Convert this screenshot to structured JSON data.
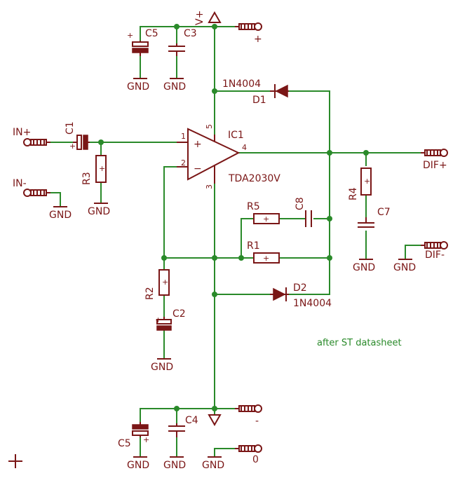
{
  "components": {
    "c1": "C1",
    "c2": "C2",
    "c3": "C3",
    "c4": "C4",
    "c5_top": "C5",
    "c5_bot": "C5",
    "c7": "C7",
    "c8": "C8",
    "r1": "R1",
    "r2": "R2",
    "r3": "R3",
    "r4": "R4",
    "r5": "R5",
    "d1": "D1",
    "d2": "D2",
    "d1_part": "1N4004",
    "d2_part": "1N4004",
    "ic1": "IC1",
    "ic1_part": "TDA2030V"
  },
  "pins": {
    "p1": "1",
    "p2": "2",
    "p3": "3",
    "p4": "4",
    "p5": "5",
    "plus": "+",
    "minus": "−"
  },
  "nets": {
    "vplus": "V+",
    "vplus_conn": "+",
    "vminus_conn": "-",
    "zero_conn": "0",
    "in_plus": "IN+",
    "in_minus": "IN-",
    "dif_plus": "DIF+",
    "dif_minus": "DIF-",
    "gnd": "GND"
  },
  "note": "after ST datasheet",
  "colors": {
    "wire": "#2a8a2a",
    "part": "#7a1616",
    "background": "#ffffff"
  },
  "icons": [
    "jack-connector-icon",
    "ground-symbol-icon",
    "crosshair-icon"
  ]
}
